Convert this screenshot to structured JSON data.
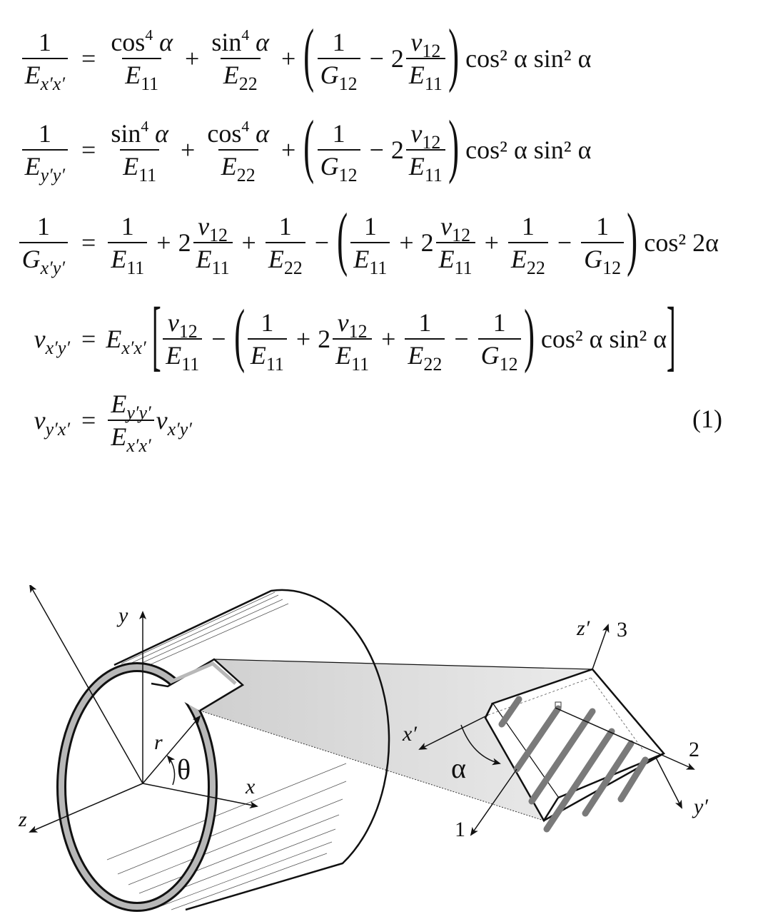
{
  "equations": {
    "eq1": {
      "lhs_num": "1",
      "lhs_den_base": "E",
      "lhs_den_sub": "x′x′",
      "t1_num": "cos",
      "t1_num_sup": "4",
      "t1_num_var": "α",
      "t1_den": "E",
      "t1_den_sub": "11",
      "t2_num": "sin",
      "t2_num_sup": "4",
      "t2_num_var": "α",
      "t2_den": "E",
      "t2_den_sub": "22",
      "p1_num": "1",
      "p1_den": "G",
      "p1_den_sub": "12",
      "coef": "2",
      "p2_num": "v",
      "p2_num_sub": "12",
      "p2_den": "E",
      "p2_den_sub": "11",
      "tail": "cos² α sin² α"
    },
    "eq2": {
      "lhs_num": "1",
      "lhs_den_base": "E",
      "lhs_den_sub": "y′y′",
      "t1_num": "sin",
      "t1_num_sup": "4",
      "t1_num_var": "α",
      "t1_den": "E",
      "t1_den_sub": "11",
      "t2_num": "cos",
      "t2_num_sup": "4",
      "t2_num_var": "α",
      "t2_den": "E",
      "t2_den_sub": "22",
      "p1_num": "1",
      "p1_den": "G",
      "p1_den_sub": "12",
      "coef": "2",
      "p2_num": "v",
      "p2_num_sub": "12",
      "p2_den": "E",
      "p2_den_sub": "11",
      "tail": "cos² α sin² α"
    },
    "eq3": {
      "lhs_num": "1",
      "lhs_den_base": "G",
      "lhs_den_sub": "x′y′",
      "tail": "cos² 2α"
    },
    "eq4": {
      "lhs_base": "v",
      "lhs_sub": "x′y′",
      "factor_base": "E",
      "factor_sub": "x′x′",
      "tail": "cos² α sin² α"
    },
    "eq5": {
      "lhs_base": "v",
      "lhs_sub": "y′x′",
      "num_base": "E",
      "num_sub": "y′y′",
      "den_base": "E",
      "den_sub": "x′x′",
      "tail_base": "v",
      "tail_sub": "x′y′"
    },
    "equation_number": "(1)",
    "symbols": {
      "equals": "=",
      "plus": "+",
      "minus": "−",
      "one": "1",
      "two": "2",
      "E": "E",
      "G": "G",
      "v": "v",
      "s11": "11",
      "s22": "22",
      "s12": "12",
      "lparen": "(",
      "rparen": ")",
      "lbrack": "[",
      "rbrack": "]"
    }
  },
  "figure": {
    "left_labels": {
      "y": "y",
      "x": "x",
      "z": "z",
      "r": "r",
      "theta": "θ"
    },
    "right_labels": {
      "z_prime": "z′",
      "three": "3",
      "x_prime": "x′",
      "two": "2",
      "alpha": "α",
      "one": "1",
      "y_prime": "y′"
    },
    "colors": {
      "line": "#111111",
      "shade": "#d9d9d9",
      "fiber": "#808080",
      "wall": "#b8b8b8"
    }
  }
}
